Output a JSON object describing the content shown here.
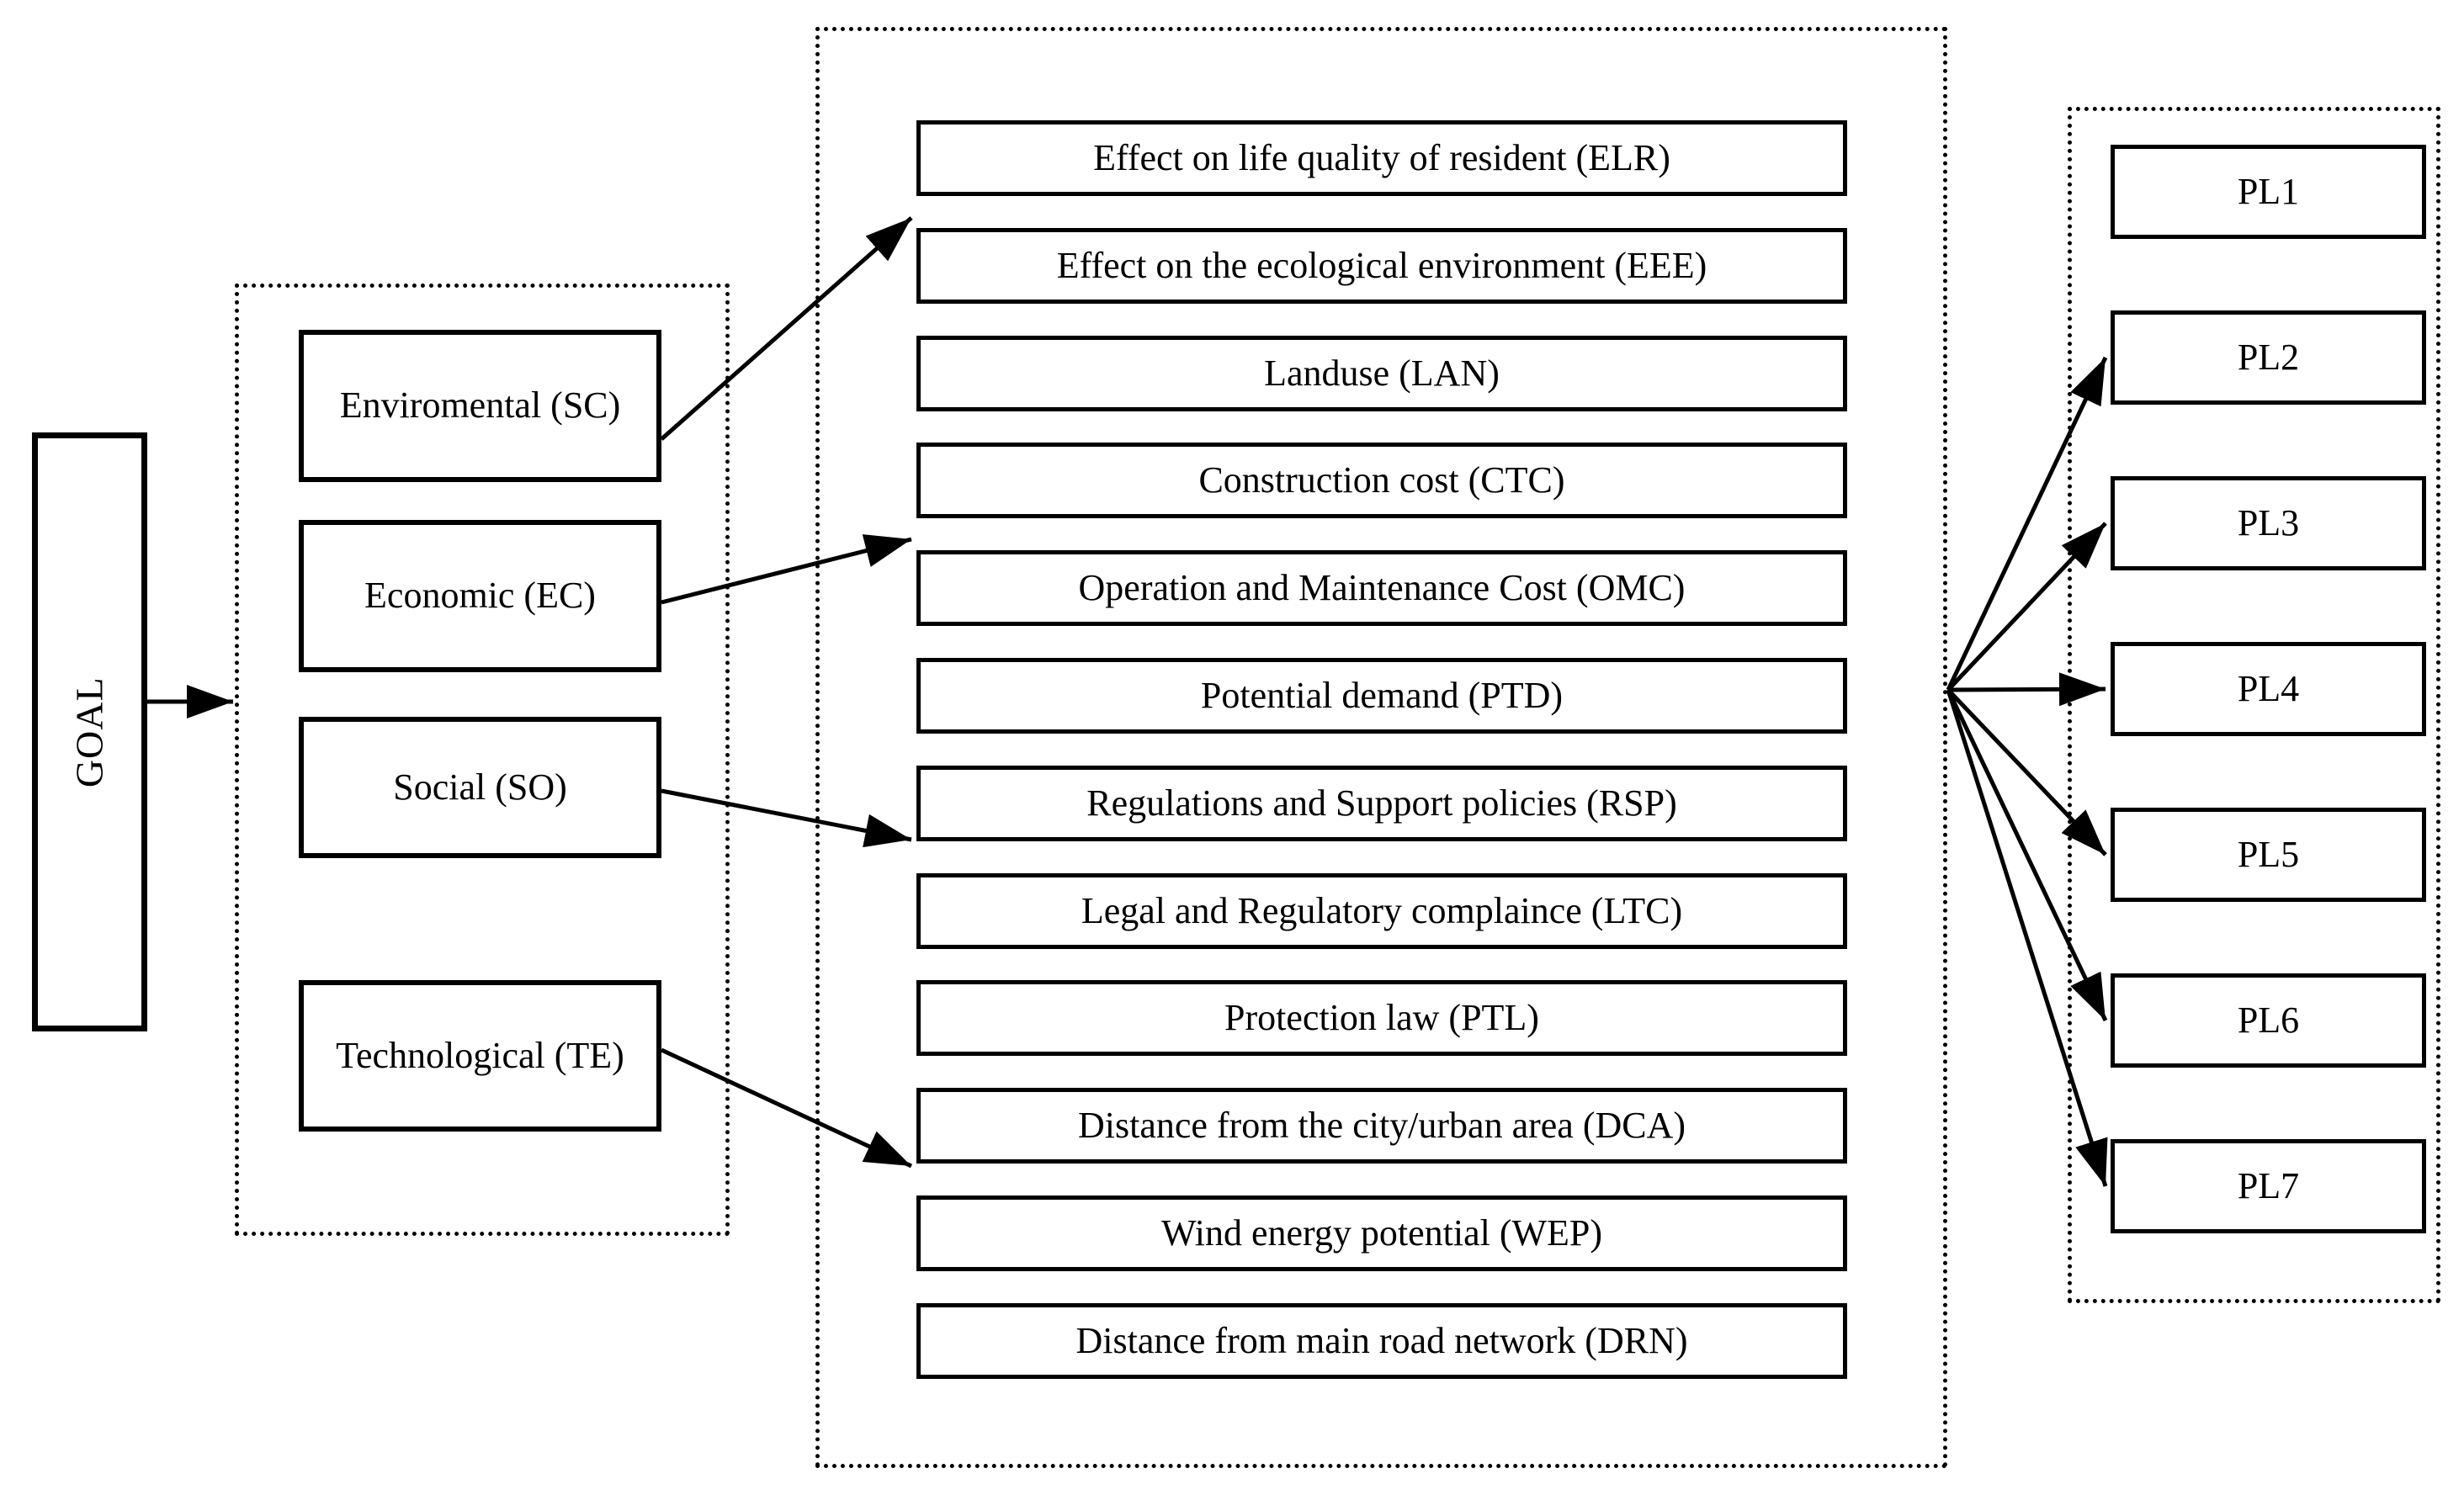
{
  "diagram": {
    "background": "#ffffff",
    "ink": "#000000"
  },
  "goal": {
    "label": "GOAL"
  },
  "criteria": {
    "items": [
      {
        "label": "Enviromental (SC)"
      },
      {
        "label": "Economic (EC)"
      },
      {
        "label": "Social (SO)"
      },
      {
        "label": "Technological (TE)"
      }
    ]
  },
  "subcriteria": {
    "items": [
      {
        "label": "Effect on life quality of resident (ELR)"
      },
      {
        "label": "Effect on the ecological environment (EEE)"
      },
      {
        "label": "Landuse (LAN)"
      },
      {
        "label": "Construction cost (CTC)"
      },
      {
        "label": "Operation and Maintenance Cost (OMC)"
      },
      {
        "label": "Potential demand (PTD)"
      },
      {
        "label": "Regulations and Support policies (RSP)"
      },
      {
        "label": "Legal and Regulatory complaince (LTC)"
      },
      {
        "label": "Protection law (PTL)"
      },
      {
        "label": "Distance from the city/urban area (DCA)"
      },
      {
        "label": "Wind energy potential (WEP)"
      },
      {
        "label": "Distance from main road network (DRN)"
      }
    ]
  },
  "alternatives": {
    "items": [
      {
        "label": "PL1"
      },
      {
        "label": "PL2"
      },
      {
        "label": "PL3"
      },
      {
        "label": "PL4"
      },
      {
        "label": "PL5"
      },
      {
        "label": "PL6"
      },
      {
        "label": "PL7"
      }
    ]
  },
  "connections": {
    "goal_to_criteria": "GOAL -> criteria group",
    "criteria_to_subcriteria": [
      {
        "from": "Enviromental (SC)",
        "to": "ELR / EEE / LAN group"
      },
      {
        "from": "Economic (EC)",
        "to": "CTC / OMC / PTD group"
      },
      {
        "from": "Social (SO)",
        "to": "RSP / LTC / PTL group"
      },
      {
        "from": "Technological (TE)",
        "to": "DCA / WEP / DRN group"
      }
    ],
    "subcriteria_to_alternatives": [
      "PL2",
      "PL3",
      "PL4",
      "PL5",
      "PL6",
      "PL7"
    ]
  }
}
